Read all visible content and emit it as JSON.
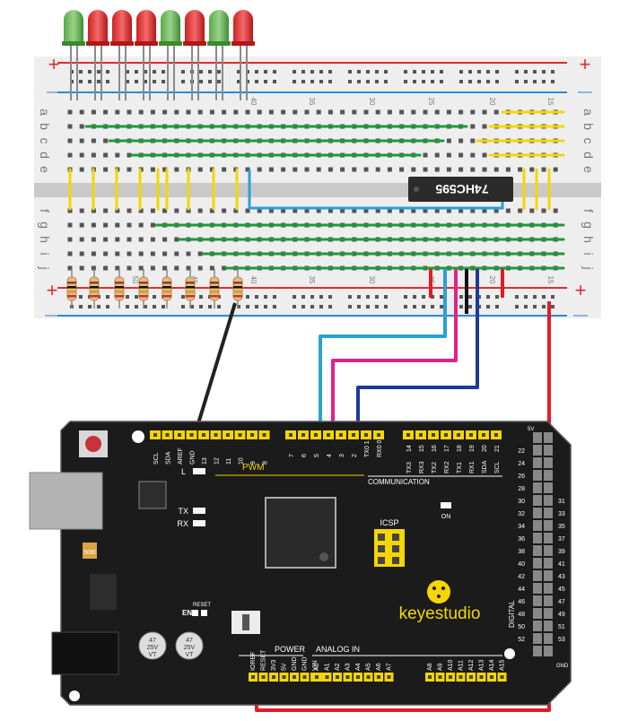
{
  "breadboard": {
    "rail_plus": "+",
    "rail_minus": "—",
    "row_letters_top": [
      "a",
      "b",
      "c",
      "d",
      "e"
    ],
    "row_letters_bottom": [
      "f",
      "g",
      "h",
      "i",
      "j"
    ],
    "column_numbers_top": [
      "40",
      "35",
      "30",
      "25",
      "20",
      "15"
    ],
    "column_numbers_bottom": [
      "50",
      "45",
      "40",
      "35",
      "30",
      "25",
      "20",
      "15"
    ]
  },
  "chip": {
    "label": "74HC595"
  },
  "leds": {
    "colors": [
      "green",
      "red",
      "red",
      "red",
      "green",
      "red",
      "green",
      "red"
    ]
  },
  "board": {
    "brand": "keyestudio",
    "header_top_left": [
      "SCL",
      "SDA",
      "AREF",
      "GND",
      "13",
      "12",
      "11",
      "10",
      "9",
      "8"
    ],
    "header_top_mid": [
      "7",
      "6",
      "5",
      "4",
      "3",
      "2",
      "TX0 1",
      "RX0 0"
    ],
    "header_top_right": [
      "14",
      "15",
      "16",
      "17",
      "18",
      "19",
      "20",
      "21"
    ],
    "header_top_right_sub": [
      "TX3",
      "RX3",
      "TX2",
      "RX2",
      "TX1",
      "RX1",
      "SDA",
      "SCL"
    ],
    "pwm": "PWM",
    "communication": "COMMUNICATION",
    "led_l": "L",
    "led_tx": "TX",
    "led_rx": "RX",
    "on": "ON",
    "icsp": "ICSP",
    "en": "EN",
    "reset": "RESET",
    "power": "POWER",
    "power_pins": [
      "IOREF",
      "RESET",
      "3V3",
      "5V",
      "GND",
      "GND",
      "VIN"
    ],
    "analog_in": "ANALOG IN",
    "analog_pins": [
      "A0",
      "A1",
      "A2",
      "A3",
      "A4",
      "A5",
      "A6",
      "A7",
      "A8",
      "A9",
      "A10",
      "A11",
      "A12",
      "A13",
      "A14",
      "A15"
    ],
    "digital": "DIGITAL",
    "digital_left": [
      "22",
      "24",
      "26",
      "28",
      "30",
      "32",
      "34",
      "36",
      "38",
      "40",
      "42",
      "44",
      "46",
      "48",
      "50",
      "52"
    ],
    "digital_right": [
      "31",
      "33",
      "35",
      "37",
      "39",
      "41",
      "43",
      "45",
      "47",
      "49",
      "51",
      "53"
    ],
    "five_v": "5V",
    "gnd": "GND",
    "cap_label_1": "47\n25V\nVT",
    "cap_label_2": "47\n25V\nVT",
    "crystal": "508I",
    "cap1_line1": "47",
    "cap1_line2": "25V",
    "cap1_line3": "VT"
  }
}
